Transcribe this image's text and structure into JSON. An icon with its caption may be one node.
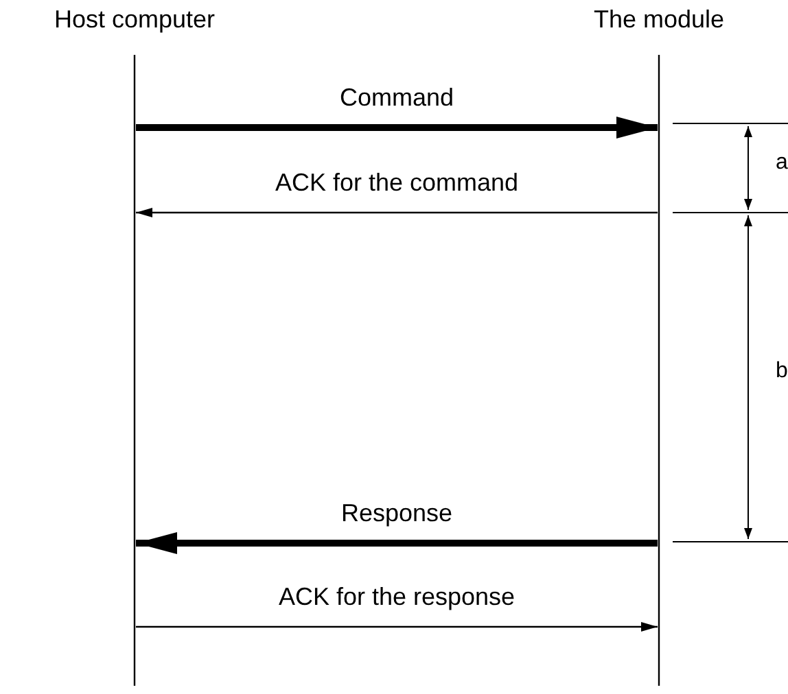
{
  "diagram": {
    "nodes": [
      {
        "text": [
          "Host computer"
        ]
      },
      {
        "text": [
          "The module"
        ]
      }
    ],
    "edges": [
      {
        "from": 0,
        "to": 1,
        "arrow": "to",
        "label": "Command",
        "style": "thick"
      },
      {
        "from": 1,
        "to": 0,
        "arrow": "to",
        "label": "ACK for the command"
      },
      {
        "from": 1,
        "to": 0,
        "arrow": "to",
        "label": "Response",
        "style": "thick"
      },
      {
        "from": 0,
        "to": 1,
        "arrow": "to",
        "label": "ACK for the response"
      }
    ],
    "labels": [
      "a",
      "b"
    ]
  }
}
